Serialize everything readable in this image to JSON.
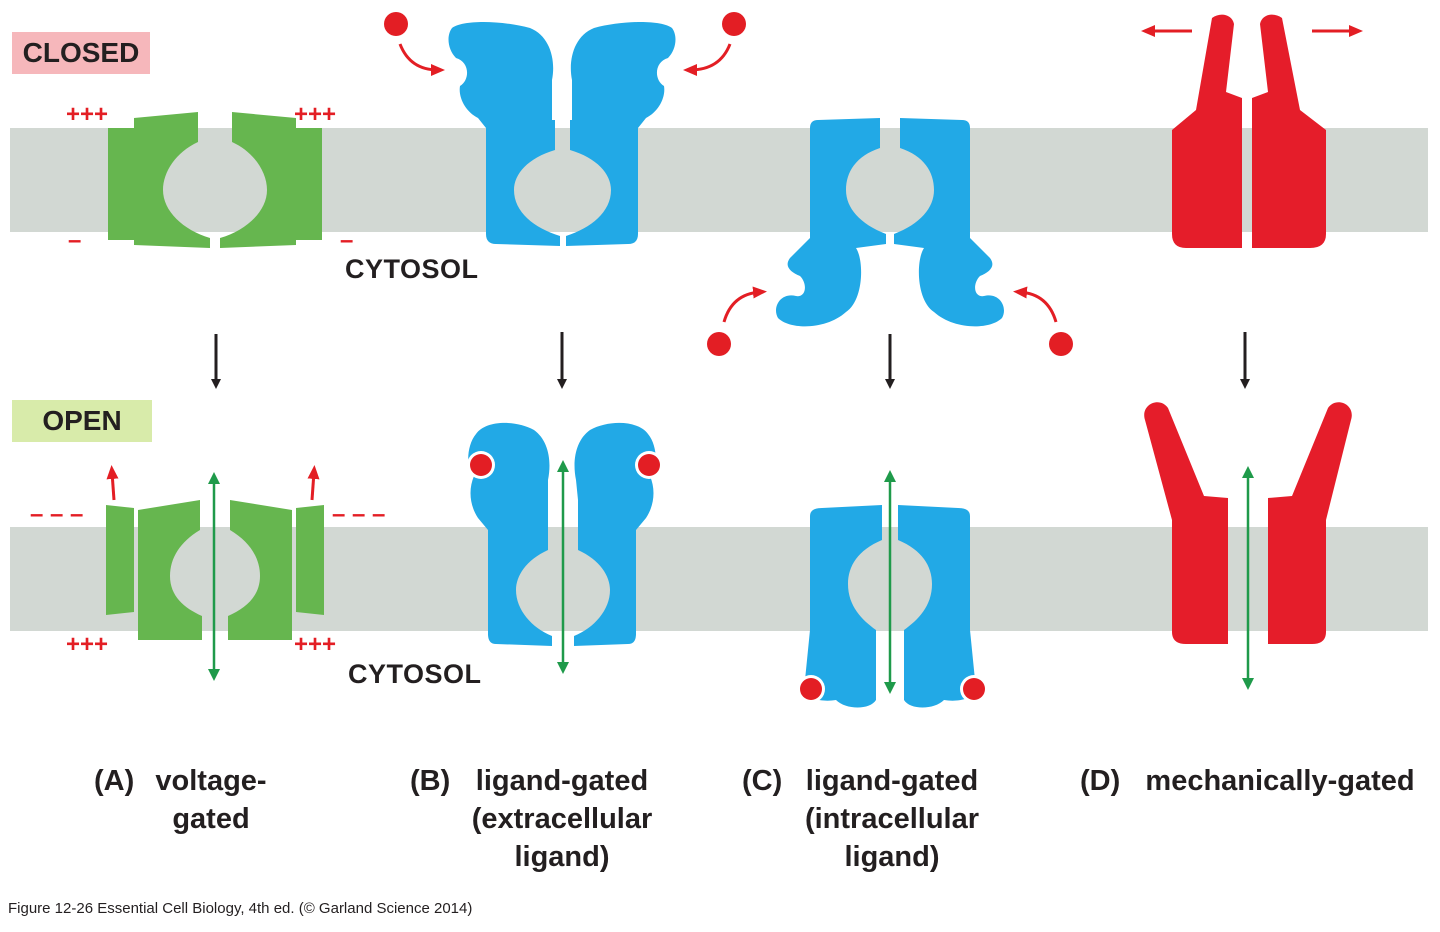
{
  "states": {
    "closed": "CLOSED",
    "open": "OPEN"
  },
  "cytosol_label": "CYTOSOL",
  "charges": {
    "plus": "+++",
    "minus_single": "–",
    "minus_triple": "– – –"
  },
  "channels": [
    {
      "letter": "(A)",
      "lines": [
        "voltage-",
        "gated"
      ]
    },
    {
      "letter": "(B)",
      "lines": [
        "ligand-gated",
        "(extracellular",
        "ligand)"
      ]
    },
    {
      "letter": "(C)",
      "lines": [
        "ligand-gated",
        "(intracellular",
        "ligand)"
      ]
    },
    {
      "letter": "(D)",
      "lines": [
        "mechanically-gated"
      ]
    }
  ],
  "credit": "Figure 12-26  Essential Cell Biology, 4th ed. (© Garland Science 2014)",
  "colors": {
    "membrane": "#d2d8d3",
    "voltage_channel": "#66b64f",
    "ligand_channel": "#22a9e6",
    "mechanical_channel": "#e51d2a",
    "ligand": "#e31e24",
    "ion_flow_arrow": "#1f9a4a",
    "transition_arrow": "#231f20",
    "closed_badge": "#f6b7bb",
    "open_badge": "#d8ebaa"
  }
}
